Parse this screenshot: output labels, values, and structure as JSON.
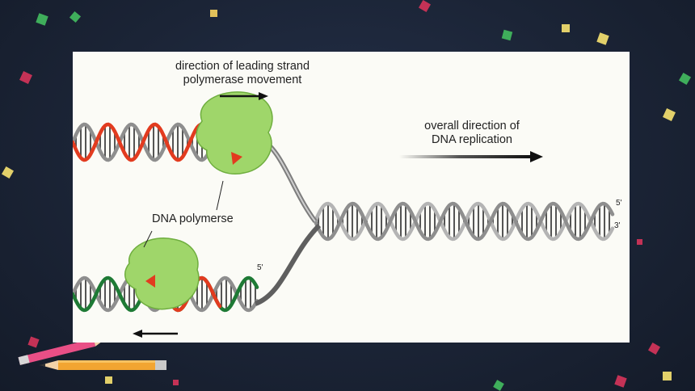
{
  "slide": {
    "diagram": {
      "labels": {
        "leading_direction_line1": "direction of leading strand",
        "leading_direction_line2": "polymerase movement",
        "overall_direction_line1": "overall direction of",
        "overall_direction_line2": "DNA replication",
        "polymerase": "DNA polymerse",
        "five_prime_top": "5'",
        "three_prime": "3'",
        "five_prime_lagging": "5'"
      },
      "colors": {
        "parental_strand": "#8e8e8e",
        "leading_new_strand": "#e23b1f",
        "lagging_new_strand": "#1e7a35",
        "polymerase": "#9fd66a"
      }
    }
  }
}
